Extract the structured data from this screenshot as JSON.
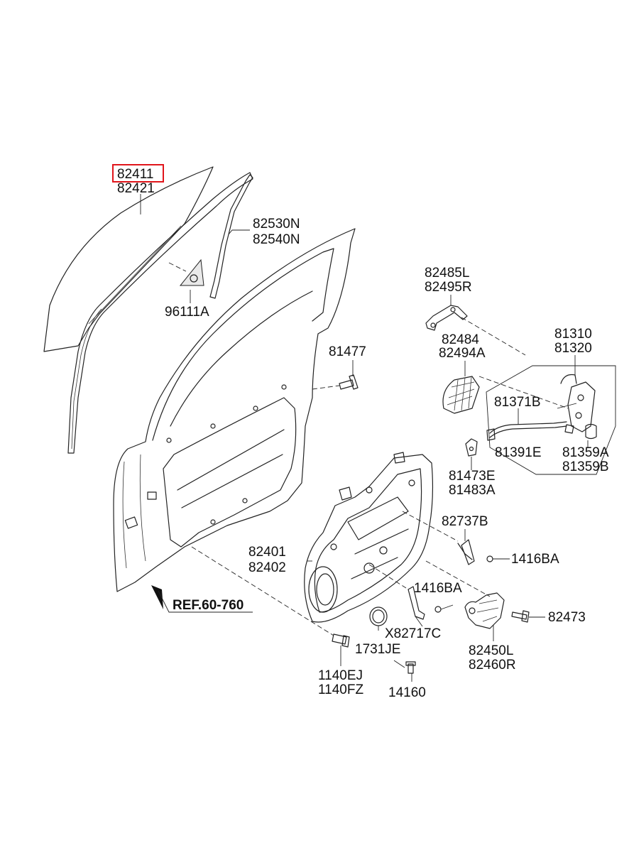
{
  "highlight_color": "#e0151b",
  "labels": {
    "glass_a": "82411",
    "glass_b": "82421",
    "channel_a": "82530N",
    "channel_b": "82540N",
    "delta_mould": "96111A",
    "bolt_81477": "81477",
    "bracket_a": "82485L",
    "bracket_b": "82495R",
    "handle_a": "82484",
    "handle_b": "82494A",
    "latch_a": "81310",
    "latch_b": "81320",
    "cable_upper": "81371B",
    "cable_lower": "81391E",
    "cover_a": "81359A",
    "cover_b": "81359B",
    "clip_a": "81473E",
    "clip_b": "81483A",
    "stay": "82737B",
    "nut_right": "1416BA",
    "module_a": "82401",
    "module_b": "82402",
    "nut_mid": "1416BA",
    "plug": "X82717C",
    "bolt_82473": "82473",
    "hinge_a": "82450L",
    "hinge_b": "82460R",
    "screw_1731": "1731JE",
    "bolt_a": "1140EJ",
    "bolt_b": "1140FZ",
    "screw_14160": "14160",
    "ref": "REF.60-760"
  }
}
